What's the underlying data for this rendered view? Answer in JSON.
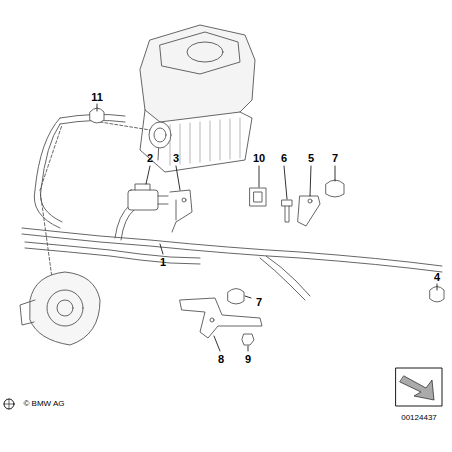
{
  "diagram": {
    "labels": [
      "11",
      "2",
      "3",
      "10",
      "6",
      "5",
      "7",
      "4",
      "1",
      "7",
      "8",
      "9",
      "© BMW AG",
      "00124437"
    ]
  }
}
